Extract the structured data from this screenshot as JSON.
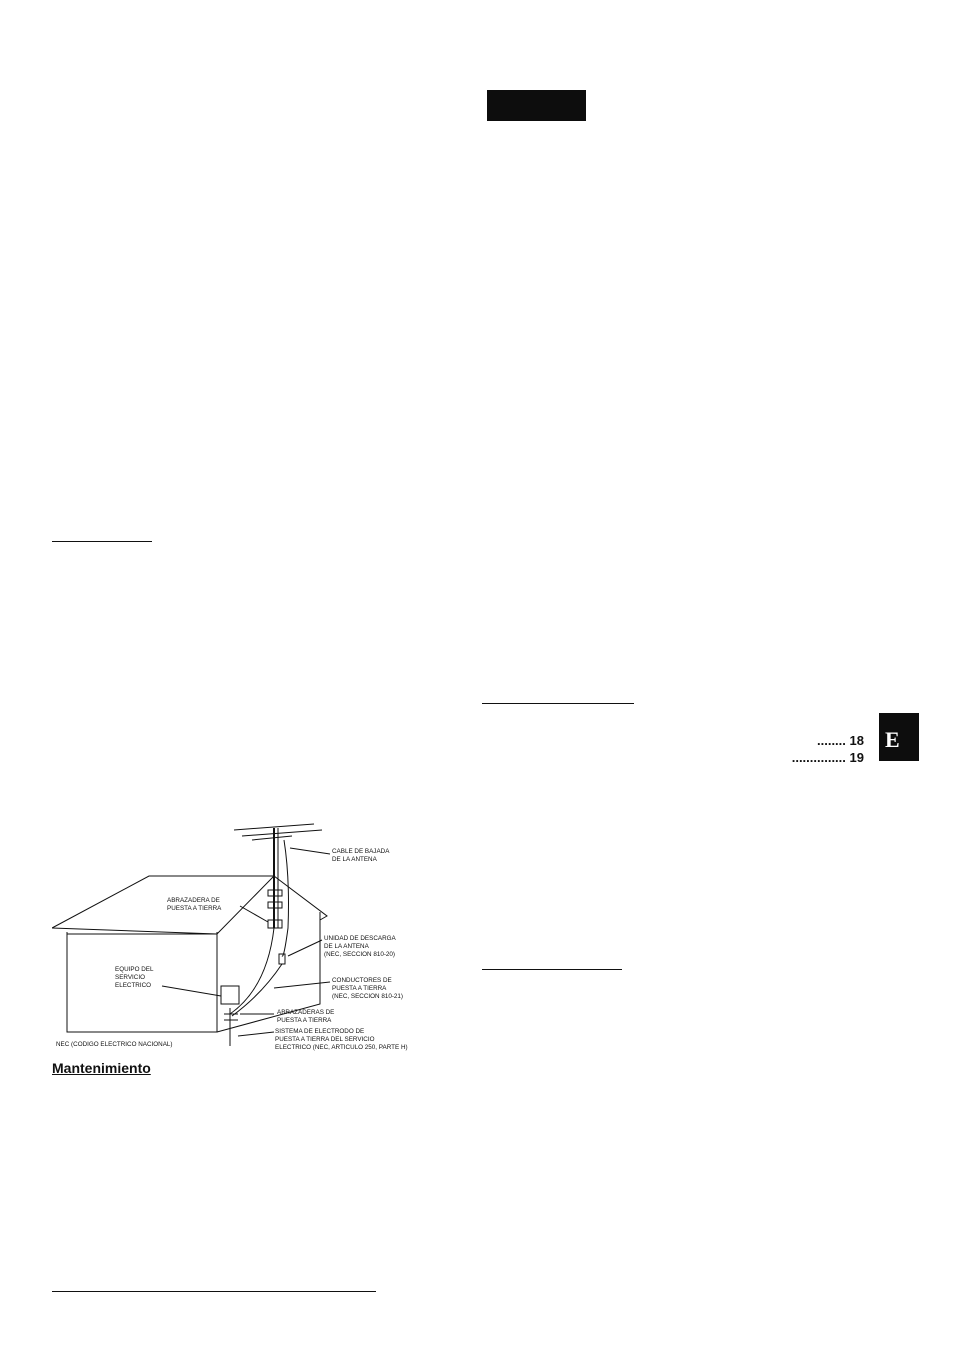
{
  "section_tab": "E",
  "toc": [
    {
      "leader": "........",
      "page": "18"
    },
    {
      "leader": "...............",
      "page": "19"
    }
  ],
  "diagram": {
    "labels": {
      "cable_bajada": [
        "CABLE DE BAJADA",
        "DE LA ANTENA"
      ],
      "abrazadera": [
        "ABRAZADERA DE",
        "PUESTA A TIERRA"
      ],
      "unidad_descarga": [
        "UNIDAD DE DESCARGA",
        "DE LA ANTENA",
        "(NEC, SECCION 810-20)"
      ],
      "equipo": [
        "EQUIPO DEL",
        "SERVICIO",
        "ELECTRICO"
      ],
      "conductores": [
        "CONDUCTORES DE",
        "PUESTA A TIERRA",
        "(NEC, SECCION 810-21)"
      ],
      "abrazaderas": [
        "ABRAZADERAS DE",
        "PUESTA A TIERRA"
      ],
      "sistema": [
        "SISTEMA DE ELECTRODO DE",
        "PUESTA A TIERRA DEL SERVICIO",
        "ELECTRICO (NEC, ARTICULO 250, PARTE H)"
      ],
      "nec": "NEC (CODIGO ELECTRICO NACIONAL)"
    }
  },
  "heading": "Mantenimiento"
}
